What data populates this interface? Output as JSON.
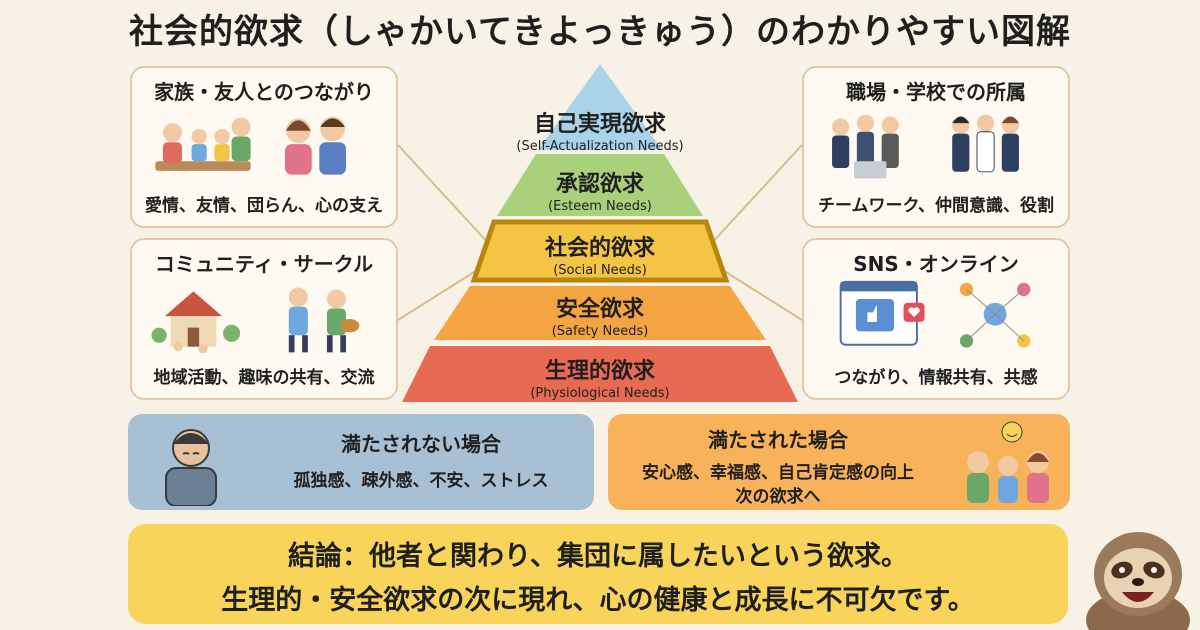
{
  "title": "社会的欲求（しゃかいてきよっきゅう）のわかりやすい図解",
  "pyramid": {
    "tiers": [
      {
        "name": "自己実現欲求",
        "english": "(Self-Actualization Needs)",
        "color": "#a9d3e8"
      },
      {
        "name": "承認欲求",
        "english": "(Esteem Needs)",
        "color": "#a9d17c"
      },
      {
        "name": "社会的欲求",
        "english": "(Social Needs)",
        "color": "#f4c545",
        "highlight": "#b8860b"
      },
      {
        "name": "安全欲求",
        "english": "(Safety Needs)",
        "color": "#f5a442"
      },
      {
        "name": "生理的欲求",
        "english": "(Physiological Needs)",
        "color": "#e96a52"
      }
    ]
  },
  "cards": {
    "family": {
      "title": "家族・友人とのつながり",
      "caption": "愛情、友情、団らん、心の支え",
      "icon": "family-illustration"
    },
    "community": {
      "title": "コミュニティ・サークル",
      "caption": "地域活動、趣味の共有、交流",
      "icon": "community-illustration"
    },
    "workplace": {
      "title": "職場・学校での所属",
      "caption": "チームワーク、仲間意識、役割",
      "icon": "workplace-illustration"
    },
    "sns": {
      "title": "SNS・オンライン",
      "caption": "つながり、情報共有、共感",
      "icon": "sns-illustration"
    }
  },
  "unsatisfied": {
    "title": "満たされない場合",
    "desc": "孤独感、疎外感、不安、ストレス",
    "color": "#a8c0d4"
  },
  "satisfied": {
    "title": "満たされた場合",
    "desc_line1": "安心感、幸福感、自己肯定感の向上",
    "desc_line2": "次の欲求へ",
    "color": "#f8b35a"
  },
  "conclusion": {
    "line1": "結論：他者と関わり、集団に属したいという欲求。",
    "line2": "生理的・安全欲求の次に現れ、心の健康と成長に不可欠です。"
  }
}
